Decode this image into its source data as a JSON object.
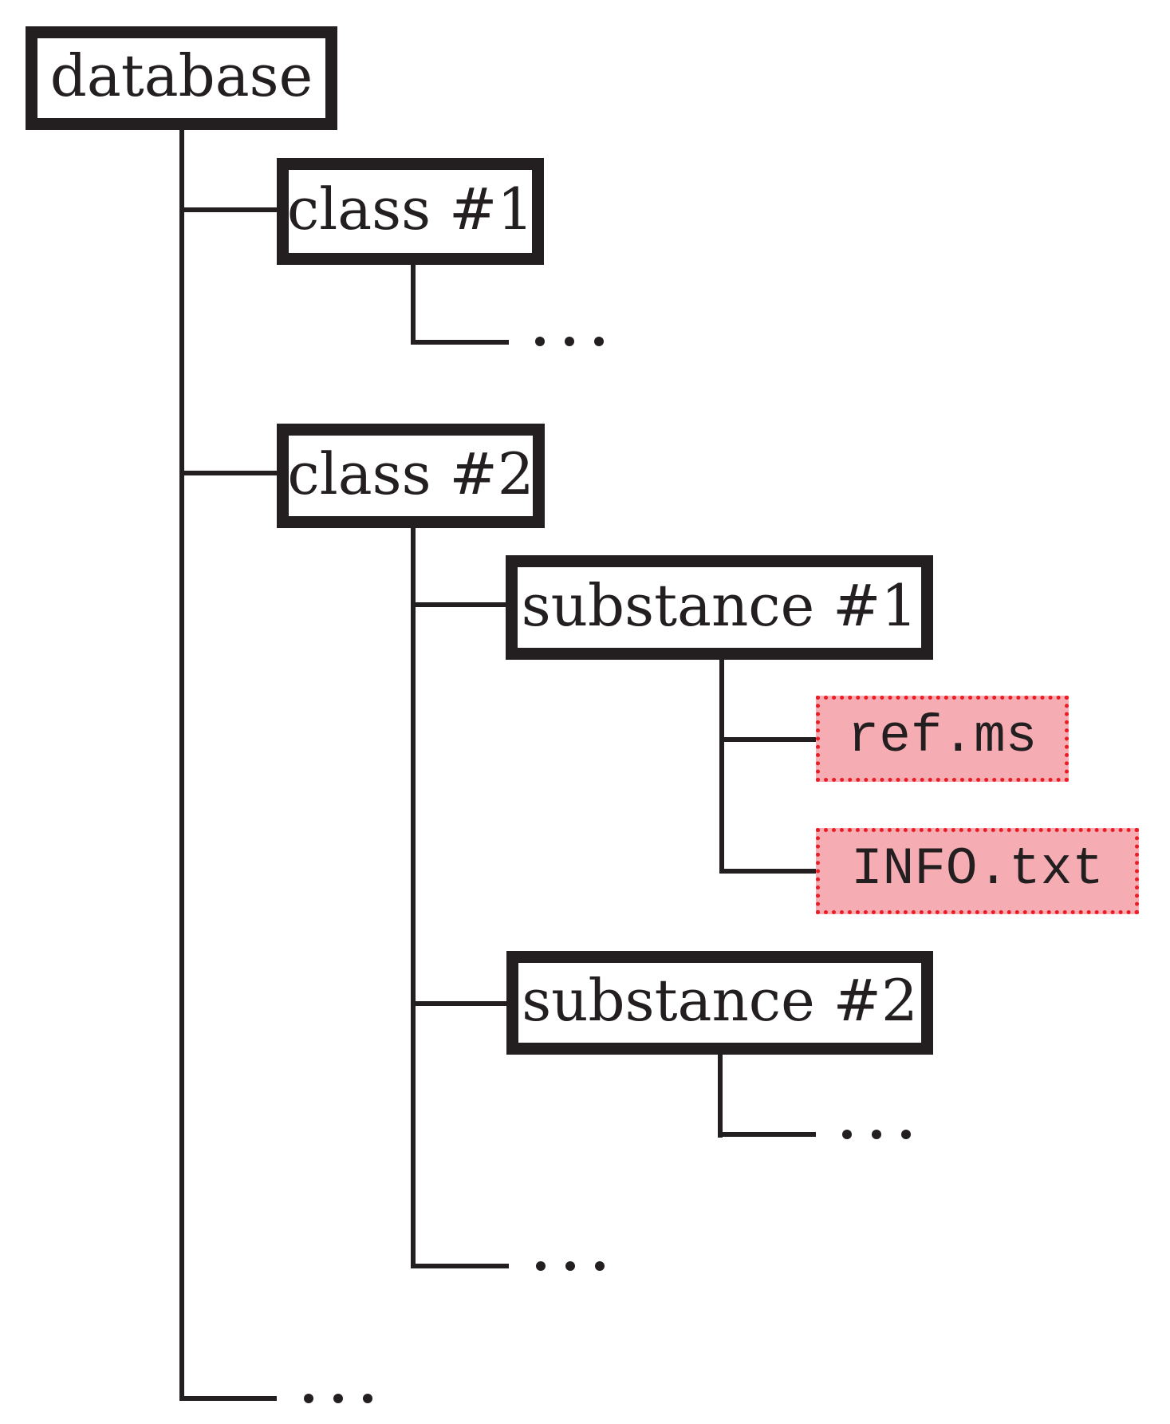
{
  "colors": {
    "ink": "#231F20",
    "dir_box_border": "#231F20",
    "dir_box_fill": "#FFFFFF",
    "file_box_fill": "#F5ACB2",
    "file_box_border": "#EC1C24"
  },
  "tree": {
    "database": {
      "label": "database",
      "more": "...",
      "children": {
        "class1": {
          "label": "class #1",
          "more": "..."
        },
        "class2": {
          "label": "class #2",
          "more": "...",
          "children": {
            "substance1": {
              "label": "substance #1",
              "files": [
                {
                  "label": "ref.ms"
                },
                {
                  "label": "INFO.txt"
                }
              ]
            },
            "substance2": {
              "label": "substance #2",
              "more": "..."
            }
          }
        }
      }
    }
  }
}
